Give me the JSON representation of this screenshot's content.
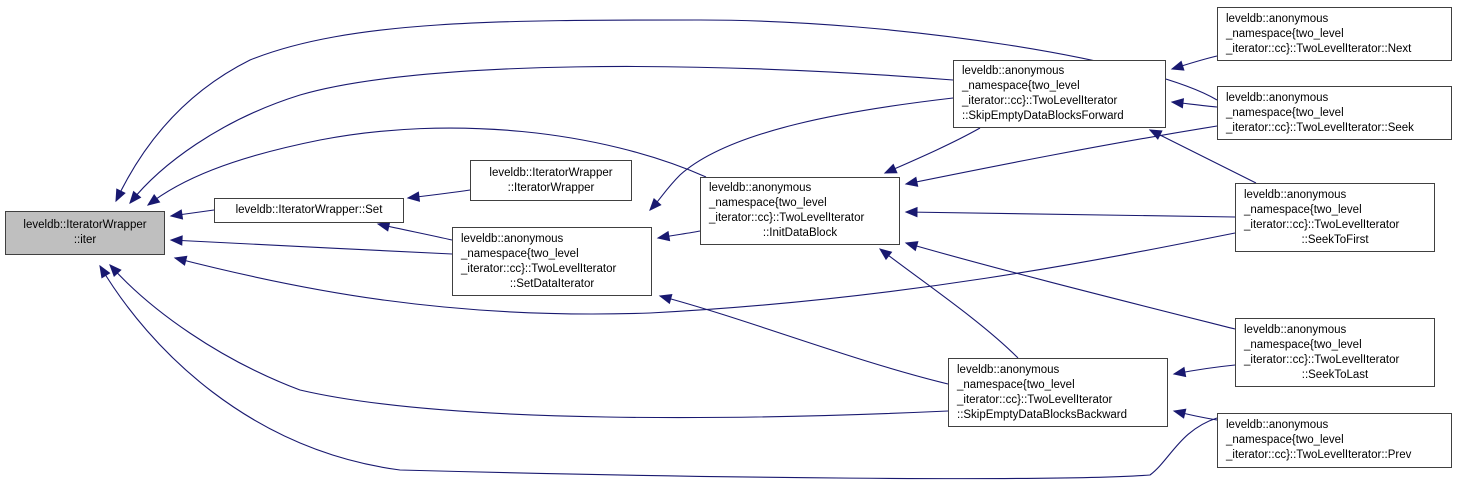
{
  "diagram": {
    "type": "call-graph",
    "edge_color": "#191970",
    "root_fill": "#bfbfbf",
    "nodes": [
      {
        "id": "iter",
        "lines": [
          "leveldb::IteratorWrapper",
          "::iter"
        ],
        "root": true
      },
      {
        "id": "set",
        "lines": [
          "leveldb::IteratorWrapper::Set"
        ]
      },
      {
        "id": "ctor",
        "lines": [
          "leveldb::IteratorWrapper",
          "::IteratorWrapper"
        ]
      },
      {
        "id": "setdata",
        "lines": [
          "leveldb::anonymous",
          "_namespace{two_level",
          "_iterator::cc}::TwoLevelIterator",
          "::SetDataIterator"
        ]
      },
      {
        "id": "initdata",
        "lines": [
          "leveldb::anonymous",
          "_namespace{two_level",
          "_iterator::cc}::TwoLevelIterator",
          "::InitDataBlock"
        ]
      },
      {
        "id": "skipfwd",
        "lines": [
          "leveldb::anonymous",
          "_namespace{two_level",
          "_iterator::cc}::TwoLevelIterator",
          "::SkipEmptyDataBlocksForward"
        ]
      },
      {
        "id": "skipbwd",
        "lines": [
          "leveldb::anonymous",
          "_namespace{two_level",
          "_iterator::cc}::TwoLevelIterator",
          "::SkipEmptyDataBlocksBackward"
        ]
      },
      {
        "id": "next",
        "lines": [
          "leveldb::anonymous",
          "_namespace{two_level",
          "_iterator::cc}::TwoLevelIterator::Next"
        ]
      },
      {
        "id": "seek",
        "lines": [
          "leveldb::anonymous",
          "_namespace{two_level",
          "_iterator::cc}::TwoLevelIterator::Seek"
        ]
      },
      {
        "id": "seekfirst",
        "lines": [
          "leveldb::anonymous",
          "_namespace{two_level",
          "_iterator::cc}::TwoLevelIterator",
          "::SeekToFirst"
        ]
      },
      {
        "id": "seeklast",
        "lines": [
          "leveldb::anonymous",
          "_namespace{two_level",
          "_iterator::cc}::TwoLevelIterator",
          "::SeekToLast"
        ]
      },
      {
        "id": "prev",
        "lines": [
          "leveldb::anonymous",
          "_namespace{two_level",
          "_iterator::cc}::TwoLevelIterator::Prev"
        ]
      }
    ],
    "edges": [
      {
        "from": "set",
        "to": "iter"
      },
      {
        "from": "setdata",
        "to": "iter"
      },
      {
        "from": "initdata",
        "to": "iter"
      },
      {
        "from": "skipfwd",
        "to": "iter"
      },
      {
        "from": "seek",
        "to": "iter"
      },
      {
        "from": "seekfirst",
        "to": "iter"
      },
      {
        "from": "skipbwd",
        "to": "iter"
      },
      {
        "from": "prev",
        "to": "iter"
      },
      {
        "from": "ctor",
        "to": "set"
      },
      {
        "from": "setdata",
        "to": "set"
      },
      {
        "from": "initdata",
        "to": "setdata"
      },
      {
        "from": "skipfwd",
        "to": "setdata"
      },
      {
        "from": "skipbwd",
        "to": "setdata"
      },
      {
        "from": "skipfwd",
        "to": "initdata"
      },
      {
        "from": "seek",
        "to": "initdata"
      },
      {
        "from": "seekfirst",
        "to": "initdata"
      },
      {
        "from": "seeklast",
        "to": "initdata"
      },
      {
        "from": "skipbwd",
        "to": "initdata"
      },
      {
        "from": "next",
        "to": "skipfwd"
      },
      {
        "from": "seek",
        "to": "skipfwd"
      },
      {
        "from": "seekfirst",
        "to": "skipfwd"
      },
      {
        "from": "seeklast",
        "to": "skipbwd"
      },
      {
        "from": "prev",
        "to": "skipbwd"
      }
    ]
  }
}
